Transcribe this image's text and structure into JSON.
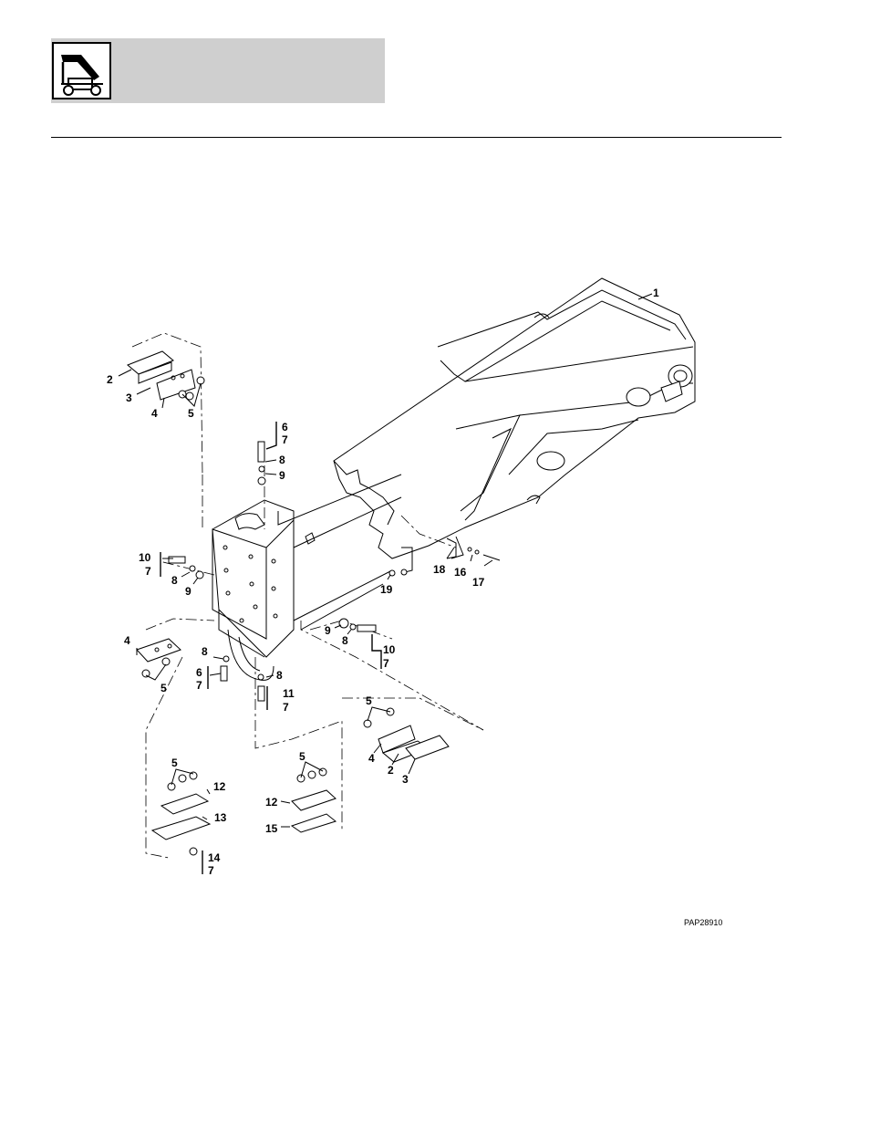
{
  "header": {
    "logo_icon": "telehandler-machine-icon",
    "band_color": "#cfcfcf"
  },
  "diagram": {
    "code": "PAP28910",
    "callouts": {
      "c1": "1",
      "g1": [
        "2",
        "3",
        "4",
        "5"
      ],
      "g2": [
        "6",
        "7",
        "8",
        "9"
      ],
      "g3": [
        "10",
        "7",
        "8",
        "9"
      ],
      "g4": [
        "18",
        "16",
        "17",
        "19"
      ],
      "g5": [
        "9",
        "8",
        "10",
        "7"
      ],
      "g6": [
        "4",
        "5"
      ],
      "g7": [
        "8",
        "6",
        "7"
      ],
      "g8": [
        "8",
        "11",
        "7"
      ],
      "g9": [
        "5",
        "4",
        "2",
        "3"
      ],
      "g10": [
        "5",
        "12",
        "13",
        "14",
        "7"
      ],
      "g11": [
        "5",
        "12",
        "15"
      ]
    }
  }
}
